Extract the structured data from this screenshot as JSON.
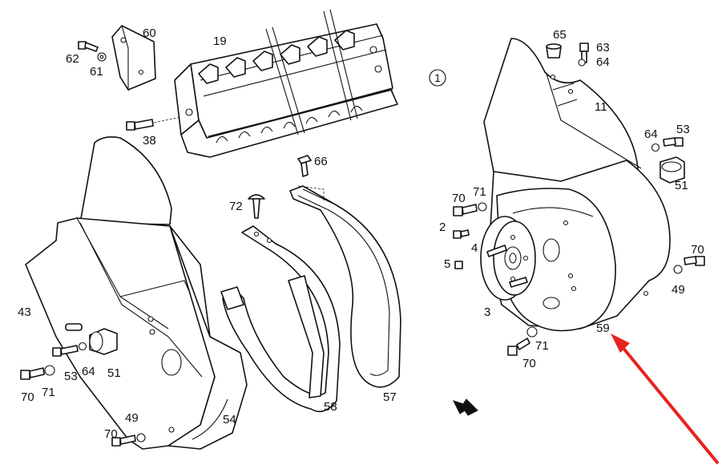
{
  "diagram": {
    "group_marker": "1",
    "pointer_color": "#e8231f",
    "labels": {
      "p60": "60",
      "p19": "19",
      "p62": "62",
      "p61": "61",
      "p38": "38",
      "p65": "65",
      "p63": "63",
      "p64a": "64",
      "p11": "11",
      "p64b": "64",
      "p53a": "53",
      "p51a": "51",
      "p66": "66",
      "p72": "72",
      "p70a": "70",
      "p71a": "71",
      "p2": "2",
      "p4": "4",
      "p5": "5",
      "p3": "3",
      "p70b": "70",
      "p49a": "49",
      "p43": "43",
      "p53b": "53",
      "p64c": "64",
      "p51b": "51",
      "p70c": "70",
      "p71b": "71",
      "p49b": "49",
      "p70d": "70",
      "p54": "54",
      "p58": "58",
      "p57": "57",
      "p59": "59",
      "p71c": "71",
      "p70e": "70"
    }
  }
}
